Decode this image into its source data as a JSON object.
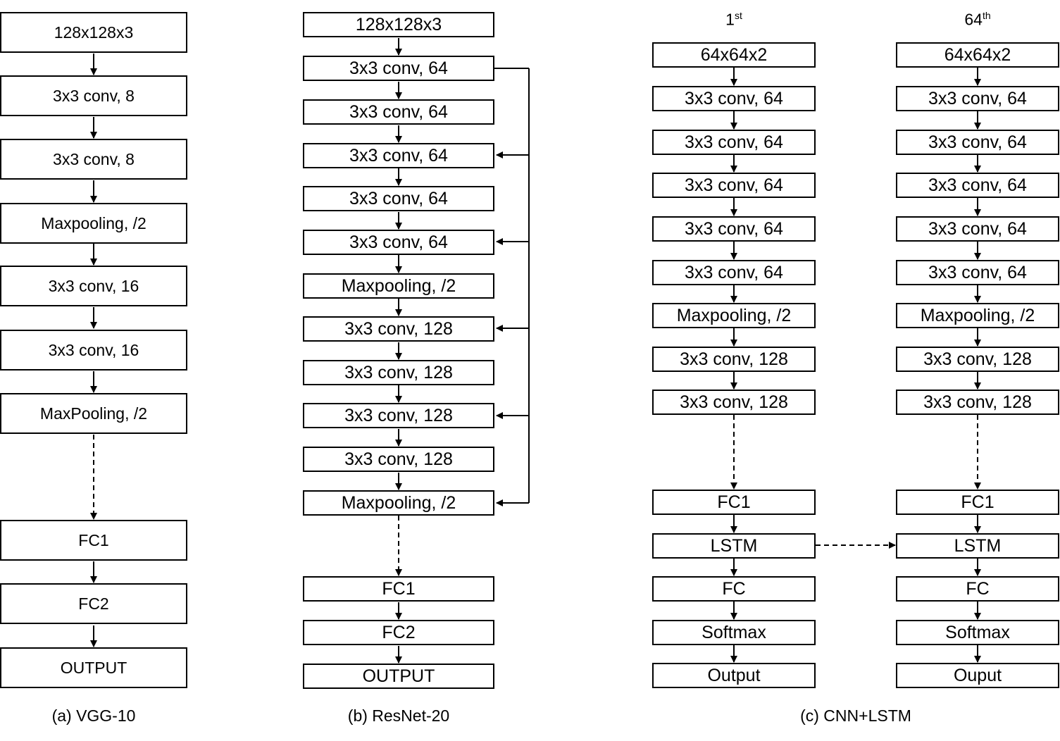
{
  "vgg": {
    "layers": [
      "128x128x3",
      "3x3 conv, 8",
      "3x3 conv, 8",
      "Maxpooling, /2",
      "3x3 conv, 16",
      "3x3 conv, 16",
      "MaxPooling, /2",
      "FC1",
      "FC2",
      "OUTPUT"
    ],
    "caption": "(a) VGG-10"
  },
  "resnet": {
    "layers": [
      "128x128x3",
      "3x3 conv, 64",
      "3x3 conv, 64",
      "3x3 conv, 64",
      "3x3 conv, 64",
      "3x3 conv, 64",
      "Maxpooling, /2",
      "3x3 conv, 128",
      "3x3 conv, 128",
      "3x3 conv, 128",
      "3x3 conv, 128",
      "Maxpooling, /2",
      "FC1",
      "FC2",
      "OUTPUT"
    ],
    "caption": "(b) ResNet-20"
  },
  "cnn_lstm": {
    "first": {
      "num": "1",
      "suffix": "st",
      "layers": [
        "64x64x2",
        "3x3 conv, 64",
        "3x3 conv, 64",
        "3x3 conv, 64",
        "3x3 conv, 64",
        "3x3 conv, 64",
        "Maxpooling, /2",
        "3x3 conv, 128",
        "3x3 conv, 128",
        "FC1",
        "LSTM",
        "FC",
        "Softmax",
        "Output"
      ]
    },
    "last": {
      "num": "64",
      "suffix": "th",
      "layers": [
        "64x64x2",
        "3x3 conv, 64",
        "3x3 conv, 64",
        "3x3 conv, 64",
        "3x3 conv, 64",
        "3x3 conv, 64",
        "Maxpooling, /2",
        "3x3 conv, 128",
        "3x3 conv, 128",
        "FC1",
        "LSTM",
        "FC",
        "Softmax",
        "Ouput"
      ]
    },
    "caption": "(c) CNN+LSTM"
  }
}
